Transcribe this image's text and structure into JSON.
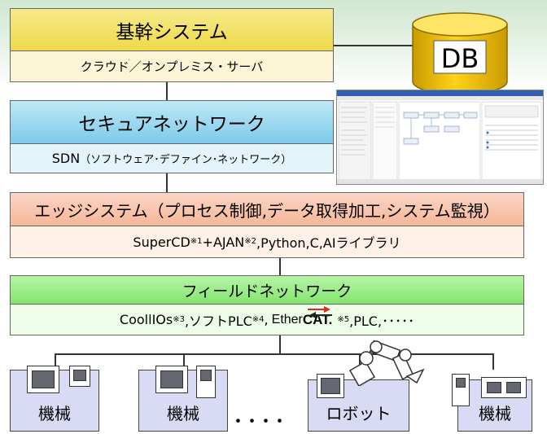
{
  "core_system": {
    "title": "基幹システム",
    "subtitle": "クラウド／オンプレミス・サーバ"
  },
  "database": {
    "label": "DB"
  },
  "secure_network": {
    "title": "セキュアネットワーク",
    "subtitle_main": "SDN",
    "subtitle_note": "（ソフトウェア･デファイン･ネットワーク）"
  },
  "edge_system": {
    "title": "エッジシステム（プロセス制御,データ取得加工,システム監視）",
    "sub_part1": "SuperCD",
    "sup1": "※1",
    "sub_part2": "+AJAN",
    "sup2": "※2",
    "sub_part3": ",Python,C,AIライブラリ"
  },
  "field_network": {
    "title": "フィールドネットワーク",
    "item1": "CoollIOs",
    "sup3": "※3",
    "item2": ",ソフトPLC",
    "sup4": "※4",
    "item2_sep": ",",
    "ethercat_part1": "Ether",
    "ethercat_part2": "CAT.",
    "sup5": "※5",
    "item3": ",PLC,･････"
  },
  "machines": [
    {
      "label": "機械"
    },
    {
      "label": "機械"
    },
    {
      "label": "ロボット"
    },
    {
      "label": "機械"
    }
  ],
  "ellipsis": "････",
  "colors": {
    "core_header": "#efd94a",
    "secure_header": "#7dcbea",
    "edge_header": "#f6b698",
    "field_header": "#84e46f",
    "machine_fill": "#d9dbf4",
    "db_fill": "#f0c400"
  }
}
